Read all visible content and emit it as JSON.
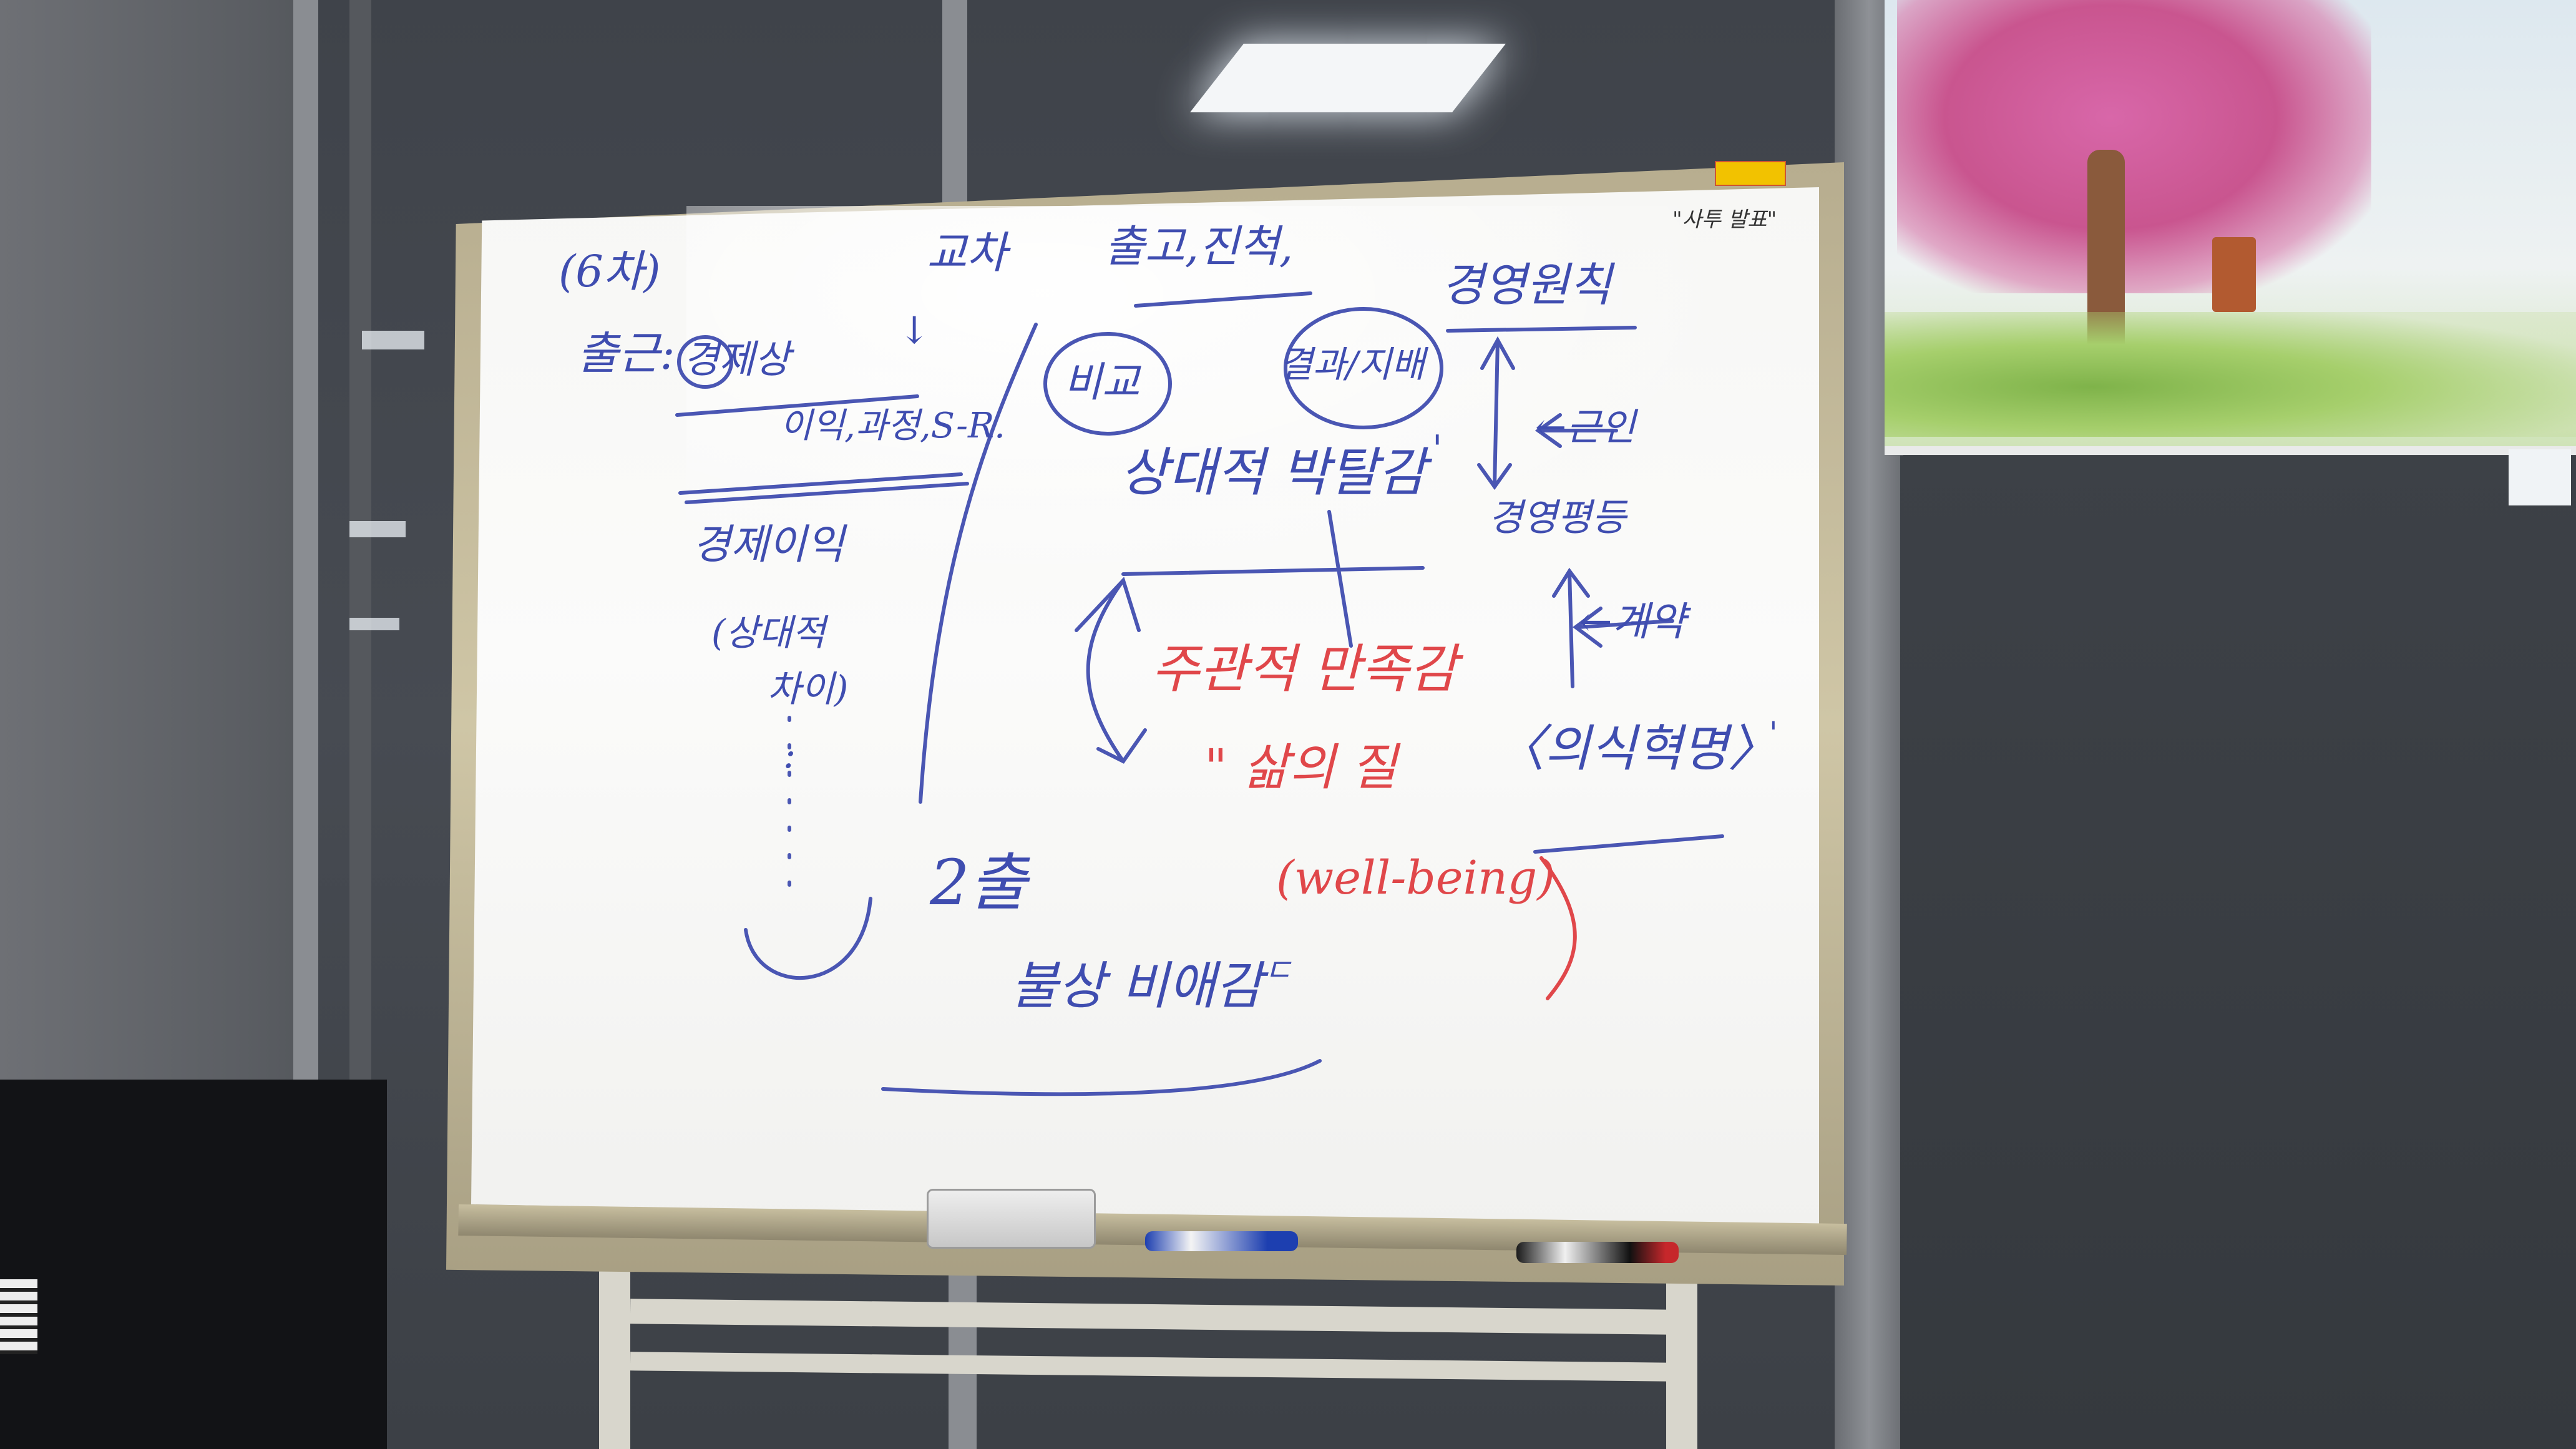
{
  "scene": {
    "description_colors": {
      "blue_ink": "#3f4db0",
      "red_ink": "#e0474a",
      "board_white": "#f7f7f5",
      "frame_gold": "#cfc6a6"
    }
  },
  "whiteboard": {
    "top_right_note": "\"사투 발표\"",
    "left_column": {
      "heading": "(6차)",
      "line1_prefix": "출근:",
      "line1_circled": "경제상",
      "line2": "이익,과정,S-R.",
      "line3": "경제이익",
      "line4": "(상대적",
      "line5": "차이)",
      "dots": ":",
      "arrow_hint": "↓"
    },
    "center_top": {
      "header_a": "교차",
      "header_b": "출고,진척,",
      "circle_left": "비교",
      "circle_right": "결과/지배",
      "line_under": "상대적 박탈감",
      "quote_mark": "'"
    },
    "right_column": {
      "header": "경영원칙",
      "reason": "←근인",
      "middle": "경영평등",
      "contract": "←계약",
      "bracket": "〈의식혁명〉",
      "mark": "'"
    },
    "red_notes": {
      "line1": "주관적 만족감",
      "line2": "\" 삶의 질",
      "line3": "(well-being)"
    },
    "bottom_notes": {
      "label_a": "2출",
      "label_b": "불상 비애감",
      "mark": "ㄷ"
    }
  }
}
